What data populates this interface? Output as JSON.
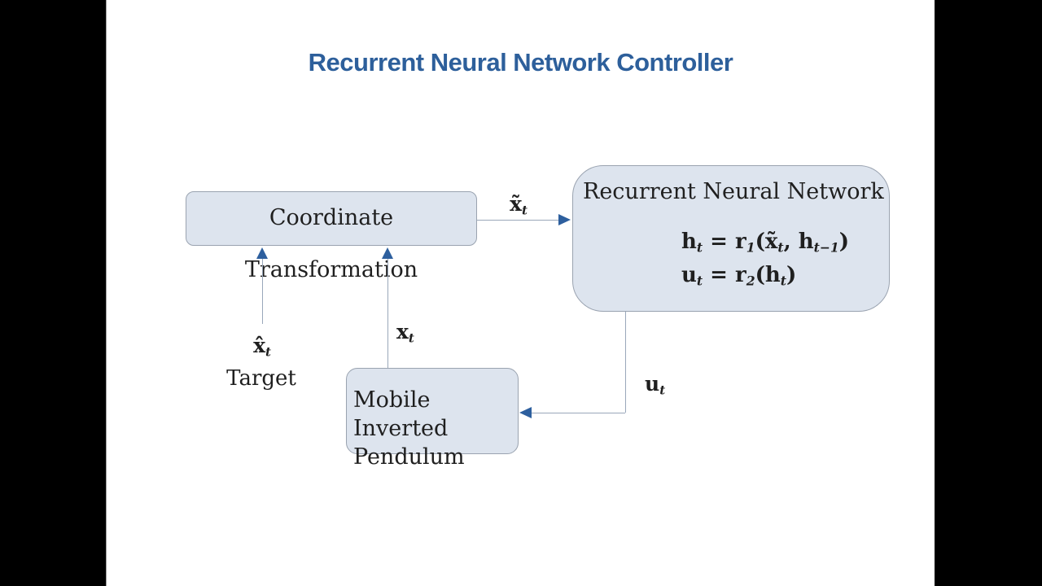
{
  "frame": {
    "letterbox_color": "#000000",
    "divider_color": "#9e9e9e",
    "background": "#ffffff"
  },
  "title": {
    "text": "Recurrent Neural Network Controller",
    "color": "#2d5f9b"
  },
  "palette": {
    "box_fill": "#dde4ee",
    "box_border": "#9aa3b0",
    "connector_line": "#9aa7ba",
    "arrowhead": "#2d5f9e",
    "diagram_text": "#1f1f1f"
  },
  "boxes": {
    "coordinate_transformation": {
      "label": "Coordinate Transformation"
    },
    "recurrent_neural_network": {
      "heading": "Recurrent Neural Network",
      "eq1": [
        {
          "t": "h"
        },
        {
          "t": "t",
          "sub": true
        },
        {
          "t": " = "
        },
        {
          "t": "r"
        },
        {
          "t": "1",
          "sub": true
        },
        {
          "t": "("
        },
        {
          "t": "x̃"
        },
        {
          "t": "t",
          "sub": true
        },
        {
          "t": ", "
        },
        {
          "t": "h"
        },
        {
          "t": "t−1",
          "sub": true
        },
        {
          "t": ")"
        }
      ],
      "eq2": [
        {
          "t": "u"
        },
        {
          "t": "t",
          "sub": true
        },
        {
          "t": " = "
        },
        {
          "t": "r"
        },
        {
          "t": "2",
          "sub": true
        },
        {
          "t": "("
        },
        {
          "t": "h"
        },
        {
          "t": "t",
          "sub": true
        },
        {
          "t": ")"
        }
      ]
    },
    "mobile_inverted_pendulum": {
      "line1": "Mobile Inverted",
      "line2": "Pendulum"
    }
  },
  "labels": {
    "x_tilde": [
      {
        "t": "x̃"
      },
      {
        "t": "t",
        "sub": true
      }
    ],
    "x_hat": [
      {
        "t": "x̂"
      },
      {
        "t": "t",
        "sub": true
      }
    ],
    "x": [
      {
        "t": "x"
      },
      {
        "t": "t",
        "sub": true
      }
    ],
    "u": [
      {
        "t": "u"
      },
      {
        "t": "t",
        "sub": true
      }
    ],
    "target": "Target"
  }
}
